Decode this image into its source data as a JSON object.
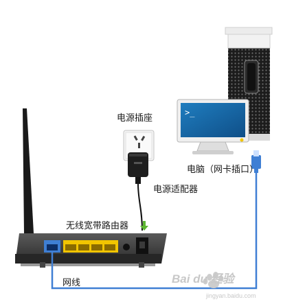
{
  "labels": {
    "power_socket": "电源插座",
    "power_adapter": "电源适配器",
    "computer": "电脑（网卡插口）",
    "router": "无线宽带路由器",
    "cable": "网线"
  },
  "watermark": {
    "brand": "Bai du 经验",
    "url": "jingyan.baidu.com"
  },
  "colors": {
    "cable_blue": "#3f7fd4",
    "router_ports": "#f2c500",
    "arrow_green": "#5cb531"
  }
}
